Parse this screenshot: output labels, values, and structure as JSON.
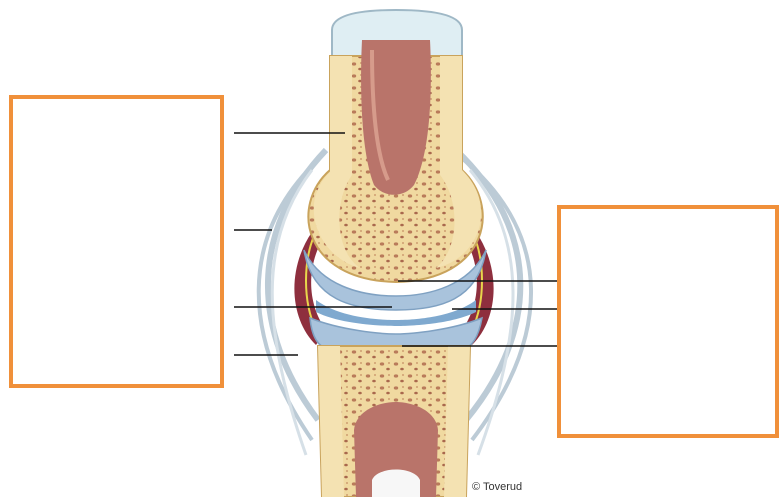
{
  "diagram": {
    "credit": "© Toverud",
    "label_boxes": [
      {
        "id": "left",
        "text": ""
      },
      {
        "id": "right",
        "text": ""
      }
    ],
    "colors": {
      "box_border": "#f0903a",
      "bone": "#f2dda6",
      "bone_dark": "#d8b873",
      "marrow": "#b9746a",
      "cartilage": "#a9c3dc",
      "synovial": "#8e2f3e",
      "capsule": "#c7d3dc"
    }
  }
}
